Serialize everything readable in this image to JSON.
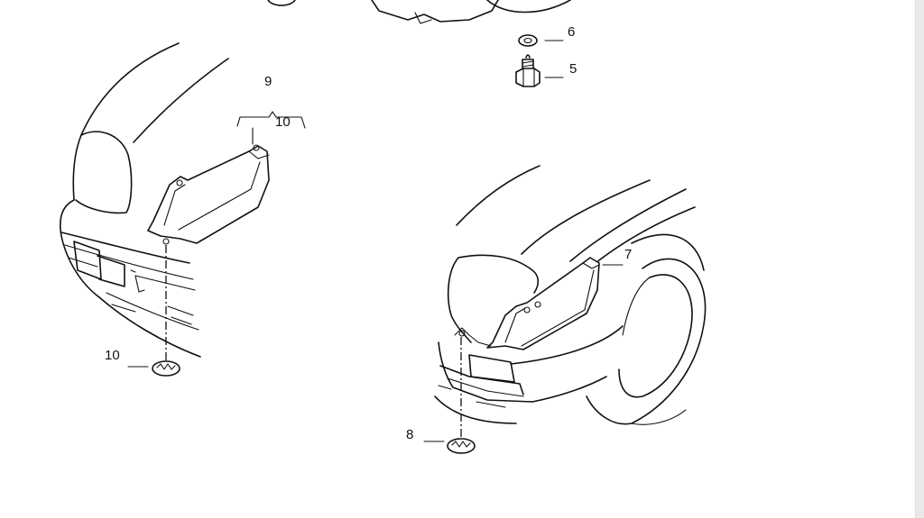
{
  "diagram": {
    "callouts": {
      "c5": "5",
      "c6": "6",
      "c7": "7",
      "c8": "8",
      "c9": "9",
      "c10_upper": "10",
      "c10_lower": "10"
    }
  }
}
